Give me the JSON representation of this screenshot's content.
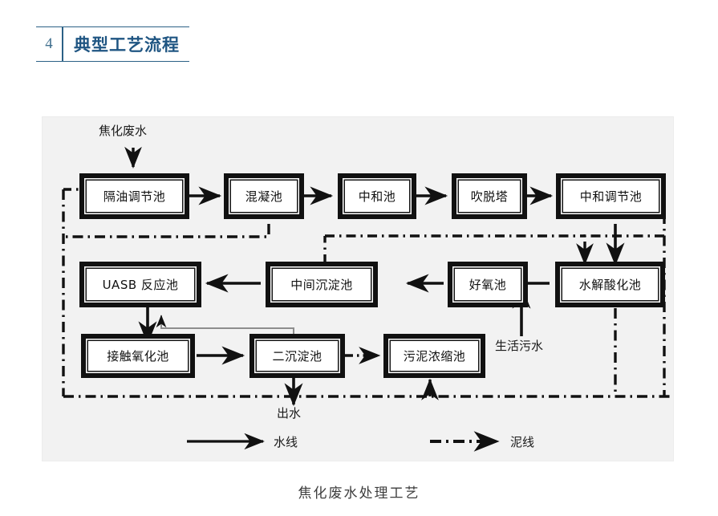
{
  "header": {
    "number": "4",
    "title": "典型工艺流程",
    "accent_color": "#1f5582",
    "number_color": "#41708f"
  },
  "figure": {
    "caption": "焦化废水处理工艺",
    "background_color": "#f2f2f2",
    "line_color": "#111111"
  },
  "diagram": {
    "type": "flowchart",
    "boxes": [
      {
        "id": "oil-separation-regulating-tank",
        "label": "隔油调节池",
        "row": 1,
        "col": 1
      },
      {
        "id": "coagulation-tank",
        "label": "混凝池",
        "row": 1,
        "col": 2
      },
      {
        "id": "neutralization-tank",
        "label": "中和池",
        "row": 1,
        "col": 3
      },
      {
        "id": "stripping-tower",
        "label": "吹脱塔",
        "row": 1,
        "col": 4
      },
      {
        "id": "neutralization-regulating-tank",
        "label": "中和调节池",
        "row": 1,
        "col": 5
      },
      {
        "id": "uasb-reactor",
        "label": "UASB 反应池",
        "row": 2,
        "col": 1
      },
      {
        "id": "intermediate-sedimentation-tank",
        "label": "中间沉淀池",
        "row": 2,
        "col": 3
      },
      {
        "id": "aerobic-tank",
        "label": "好氧池",
        "row": 2,
        "col": 4
      },
      {
        "id": "hydrolysis-acidification-tank",
        "label": "水解酸化池",
        "row": 2,
        "col": 5
      },
      {
        "id": "contact-oxidation-tank",
        "label": "接触氧化池",
        "row": 3,
        "col": 1
      },
      {
        "id": "secondary-sedimentation-tank",
        "label": "二沉淀池",
        "row": 3,
        "col": 2
      },
      {
        "id": "sludge-thickening-tank",
        "label": "污泥浓缩池",
        "row": 3,
        "col": 3
      }
    ],
    "free_labels": [
      {
        "id": "influent",
        "text": "焦化废水"
      },
      {
        "id": "domestic-sewage",
        "text": "生活污水"
      },
      {
        "id": "effluent",
        "text": "出水"
      }
    ],
    "flow": [
      {
        "from": "焦化废水",
        "to": "隔油调节池",
        "kind": "water"
      },
      {
        "from": "隔油调节池",
        "to": "混凝池",
        "kind": "water"
      },
      {
        "from": "混凝池",
        "to": "中和池",
        "kind": "water"
      },
      {
        "from": "中和池",
        "to": "吹脱塔",
        "kind": "water"
      },
      {
        "from": "吹脱塔",
        "to": "中和调节池",
        "kind": "water"
      },
      {
        "from": "中和调节池",
        "to": "水解酸化池",
        "kind": "water"
      },
      {
        "from": "水解酸化池",
        "to": "好氧池",
        "kind": "water"
      },
      {
        "from": "生活污水",
        "to": "好氧池",
        "kind": "water"
      },
      {
        "from": "好氧池",
        "to": "中间沉淀池",
        "kind": "water"
      },
      {
        "from": "中间沉淀池",
        "to": "UASB 反应池",
        "kind": "water"
      },
      {
        "from": "UASB 反应池",
        "to": "接触氧化池",
        "kind": "water"
      },
      {
        "from": "接触氧化池",
        "to": "二沉淀池",
        "kind": "water"
      },
      {
        "from": "二沉淀池",
        "to": "出水",
        "kind": "water"
      },
      {
        "from": "二沉淀池",
        "to": "UASB 反应池",
        "kind": "recycle"
      },
      {
        "from": "二沉淀池",
        "to": "污泥浓缩池",
        "kind": "sludge"
      },
      {
        "from": "混凝池",
        "to": "污泥浓缩池",
        "kind": "sludge"
      },
      {
        "from": "隔油调节池",
        "to": "污泥浓缩池",
        "kind": "sludge"
      },
      {
        "from": "中和调节池",
        "to": "水解酸化池",
        "kind": "sludge"
      },
      {
        "from": "水解酸化池",
        "to": "污泥浓缩池",
        "kind": "sludge"
      },
      {
        "from": "中间沉淀池",
        "to": "污泥浓缩池",
        "kind": "sludge"
      }
    ]
  },
  "legend": {
    "items": [
      {
        "id": "water-line",
        "label": "水线",
        "style": "solid-arrow"
      },
      {
        "id": "sludge-line",
        "label": "泥线",
        "style": "dashdot-arrow"
      }
    ]
  }
}
